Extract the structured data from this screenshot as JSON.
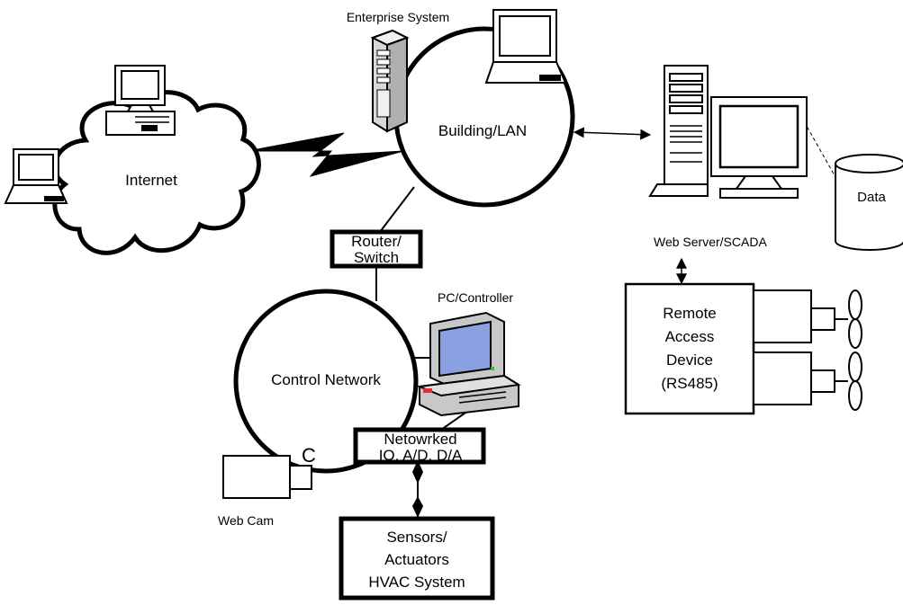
{
  "labels": {
    "enterprise_system": "Enterprise System",
    "building_lan": "Building/LAN",
    "internet": "Internet",
    "web_server_scada": "Web Server/SCADA",
    "data": "Data",
    "router_line1": "Router/",
    "router_line2": "Switch",
    "pc_controller": "PC/Controller",
    "control_network": "Control Network",
    "remote_line1": "Remote",
    "remote_line2": "Access",
    "remote_line3": "Device",
    "remote_line4": "(RS485)",
    "networked_line1": "Netowrked",
    "networked_line2": "IO, A/D, D/A",
    "sensors_line1": "Sensors/",
    "sensors_line2": "Actuators",
    "sensors_line3": "HVAC System",
    "web_cam": "Web Cam",
    "cam_marker": "C"
  },
  "icons": {
    "enterprise_server": "server-tower-icon",
    "enterprise_laptop": "laptop-icon",
    "internet_desktop": "desktop-computer-icon",
    "internet_laptop": "laptop-icon",
    "web_server": "server-tower-icon",
    "web_monitor": "monitor-icon",
    "data_store": "database-cylinder-icon",
    "pc_controller": "desktop-computer-icon",
    "web_cam": "camera-icon",
    "fan_1": "fan-icon",
    "fan_2": "fan-icon"
  },
  "colors": {
    "stroke": "#000000",
    "screen_blue": "#8aa0e0",
    "pc_gray": "#c8c8c8",
    "led_red": "#e03030",
    "led_green": "#30c030"
  }
}
